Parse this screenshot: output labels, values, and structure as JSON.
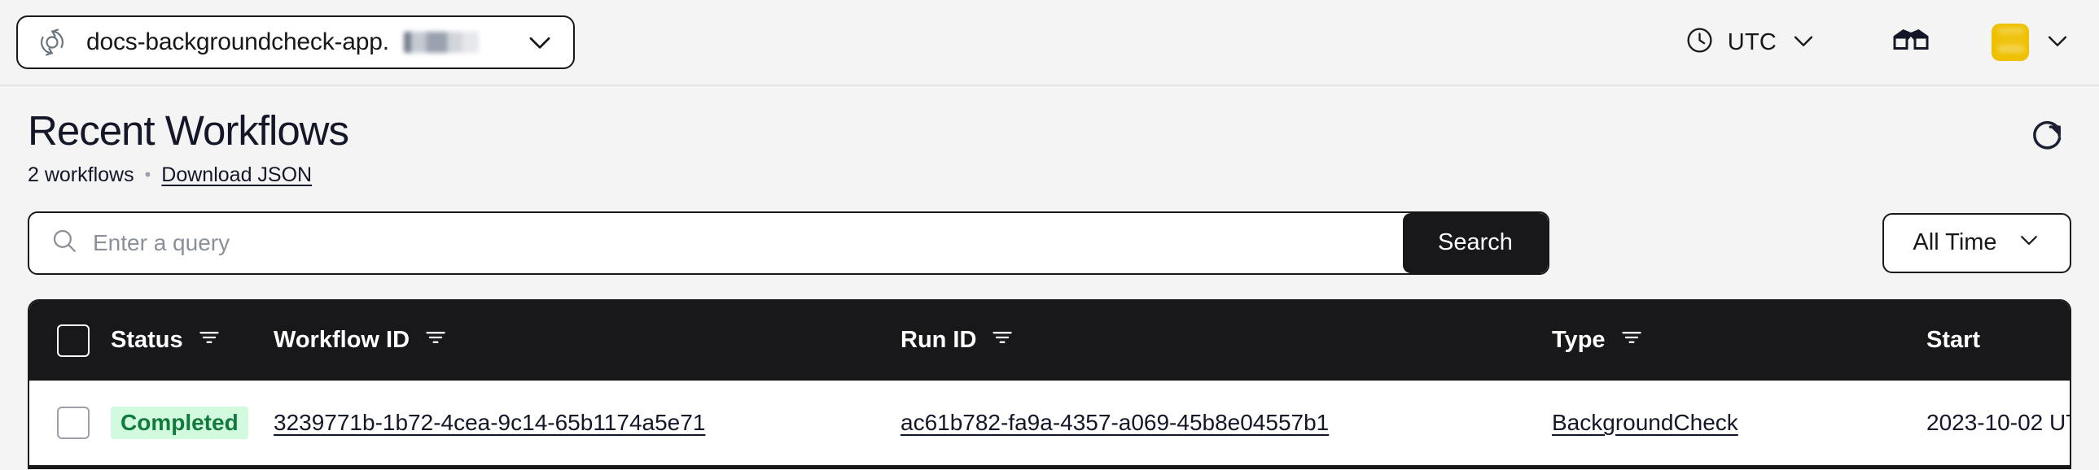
{
  "topbar": {
    "namespace_icon": "temporal-namespace-icon",
    "namespace_label": "docs-backgroundcheck-app.",
    "namespace_chevron_icon": "chevron-down-icon",
    "timezone_icon": "clock-icon",
    "timezone_label": "UTC",
    "timezone_chevron_icon": "chevron-down-icon",
    "glasses_icon": "glasses-icon",
    "avatar_chevron_icon": "chevron-down-icon",
    "avatar_color": "#EFC000"
  },
  "page": {
    "title": "Recent Workflows",
    "workflow_count_label": "2 workflows",
    "separator": "•",
    "download_json_label": "Download JSON",
    "refresh_icon": "refresh-icon"
  },
  "search": {
    "search_icon": "search-icon",
    "placeholder": "Enter a query",
    "value": "",
    "button_label": "Search",
    "time_range_value": "All Time",
    "time_range_chevron_icon": "chevron-down-icon"
  },
  "table": {
    "select_all_checkbox": "select-all-checkbox",
    "filter_icon": "filter-icon",
    "columns": [
      {
        "key": "status",
        "label": "Status",
        "filterable": true
      },
      {
        "key": "workflow_id",
        "label": "Workflow ID",
        "filterable": true
      },
      {
        "key": "run_id",
        "label": "Run ID",
        "filterable": true
      },
      {
        "key": "type",
        "label": "Type",
        "filterable": true
      },
      {
        "key": "start",
        "label": "Start",
        "filterable": false
      }
    ],
    "rows": [
      {
        "status": "Completed",
        "status_color": "#127A3C",
        "status_bg": "#D1FADF",
        "workflow_id": "3239771b-1b72-4cea-9c14-65b1174a5e71",
        "run_id": "ac61b782-fa9a-4357-a069-45b8e04557b1",
        "type": "BackgroundCheck",
        "start": "2023-10-02 UT"
      }
    ]
  }
}
